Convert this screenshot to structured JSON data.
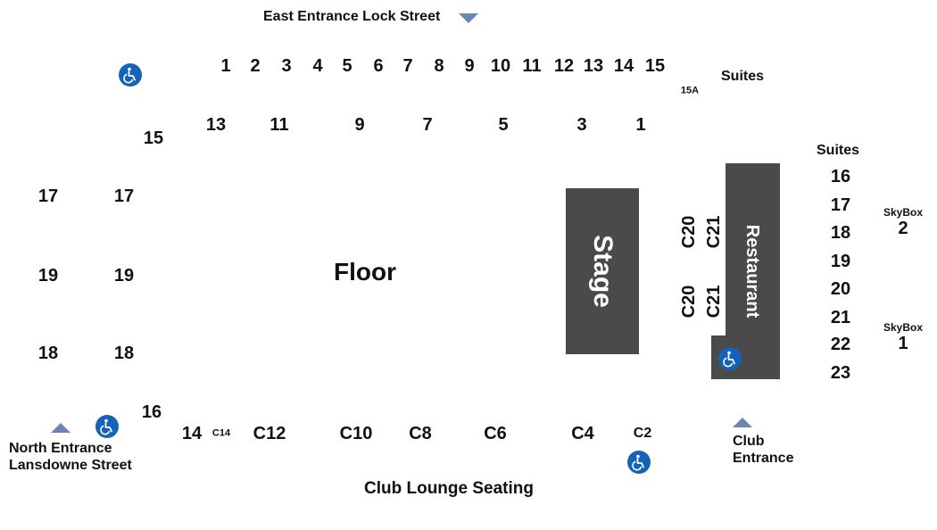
{
  "title": "Floor",
  "stage_label": "Stage",
  "restaurant_label": "Restaurant",
  "east_entrance": "East Entrance Lock Street",
  "north_entrance": [
    "North Entrance",
    "Lansdowne Street"
  ],
  "club_entrance": [
    "Club",
    "Entrance"
  ],
  "club_lounge": "Club Lounge Seating",
  "suites_top": "Suites",
  "suites_right": "Suites",
  "skybox_2": [
    "SkyBox",
    "2"
  ],
  "skybox_1": [
    "SkyBox",
    "1"
  ],
  "colors": {
    "block": "#4a4a4a",
    "entrance_marker": "#6a86b8",
    "accessible": "#1463b8"
  },
  "icons": [
    "wheelchair-icon",
    "triangle-down-icon",
    "triangle-up-icon"
  ],
  "sections": {
    "top_row": [
      "1",
      "2",
      "3",
      "4",
      "5",
      "6",
      "7",
      "8",
      "9",
      "10",
      "11",
      "12",
      "13",
      "14",
      "15"
    ],
    "top_extra": "15A",
    "upper_row": [
      "13",
      "11",
      "9",
      "7",
      "5",
      "3",
      "1"
    ],
    "left_corner_top": "15",
    "left_outer": [
      "17",
      "19",
      "18"
    ],
    "left_inner": [
      "17",
      "19",
      "18"
    ],
    "left_corner_bottom": "16",
    "bottom_row": [
      "14",
      "C14",
      "C12",
      "C10",
      "C8",
      "C6",
      "C4",
      "C2"
    ],
    "club_cols": [
      "C20",
      "C21",
      "C20",
      "C21"
    ],
    "right_suites": [
      "16",
      "17",
      "18",
      "19",
      "20",
      "21",
      "22",
      "23"
    ]
  }
}
